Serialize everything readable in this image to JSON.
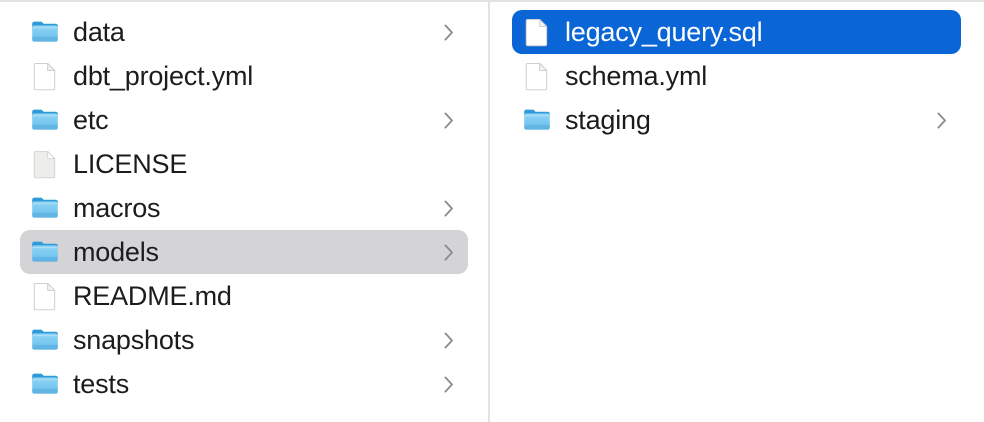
{
  "view": {
    "kind": "column-browser",
    "background_color": "#ffffff",
    "divider_color": "#e3e3e5",
    "text_color": "#1c1c1e",
    "selection_focused_color": "#0a66d6",
    "selection_unfocused_color": "#d4d4d6",
    "selection_focused_text_color": "#ffffff",
    "chevron_color": "#8a8a8e",
    "folder_icon_color": "#6ec3f0",
    "file_icon_color": "#ffffff"
  },
  "columns": [
    {
      "name": "project-root-column",
      "items": [
        {
          "label": "data",
          "icon": "folder-icon",
          "type": "folder",
          "chevron": true,
          "selected": false,
          "selection": "none"
        },
        {
          "label": "dbt_project.yml",
          "icon": "file-icon",
          "type": "file",
          "chevron": false,
          "selected": false,
          "selection": "none"
        },
        {
          "label": "etc",
          "icon": "folder-icon",
          "type": "folder",
          "chevron": true,
          "selected": false,
          "selection": "none"
        },
        {
          "label": "LICENSE",
          "icon": "file-generic-icon",
          "type": "file",
          "chevron": false,
          "selected": false,
          "selection": "none"
        },
        {
          "label": "macros",
          "icon": "folder-icon",
          "type": "folder",
          "chevron": true,
          "selected": false,
          "selection": "none"
        },
        {
          "label": "models",
          "icon": "folder-icon",
          "type": "folder",
          "chevron": true,
          "selected": true,
          "selection": "gray"
        },
        {
          "label": "README.md",
          "icon": "file-icon",
          "type": "file",
          "chevron": false,
          "selected": false,
          "selection": "none"
        },
        {
          "label": "snapshots",
          "icon": "folder-icon",
          "type": "folder",
          "chevron": true,
          "selected": false,
          "selection": "none"
        },
        {
          "label": "tests",
          "icon": "folder-icon",
          "type": "folder",
          "chevron": true,
          "selected": false,
          "selection": "none"
        }
      ]
    },
    {
      "name": "models-folder-column",
      "items": [
        {
          "label": "legacy_query.sql",
          "icon": "file-icon",
          "type": "file",
          "chevron": false,
          "selected": true,
          "selection": "blue"
        },
        {
          "label": "schema.yml",
          "icon": "file-icon",
          "type": "file",
          "chevron": false,
          "selected": false,
          "selection": "none"
        },
        {
          "label": "staging",
          "icon": "folder-icon",
          "type": "folder",
          "chevron": true,
          "selected": false,
          "selection": "none"
        }
      ]
    }
  ]
}
